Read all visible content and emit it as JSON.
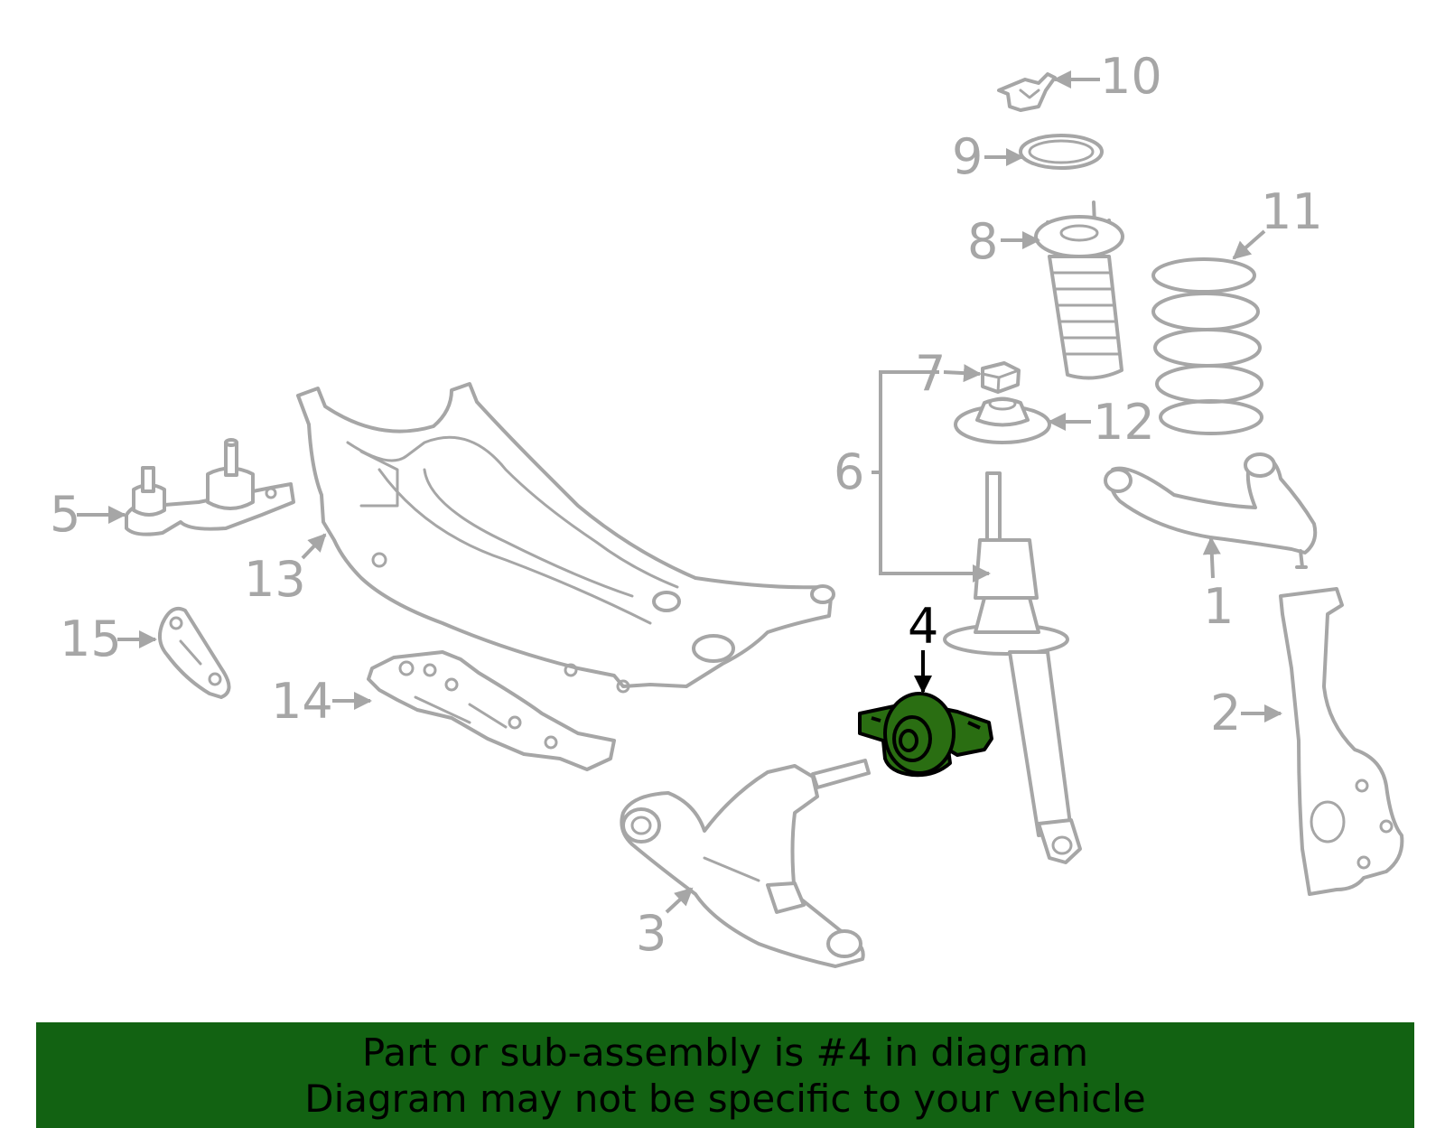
{
  "diagram": {
    "highlighted_part": "4",
    "highlight_color": "#2a6e12",
    "part_color": "#a6a6a6",
    "callouts": {
      "c1": "1",
      "c2": "2",
      "c3": "3",
      "c4": "4",
      "c5": "5",
      "c6": "6",
      "c7": "7",
      "c8": "8",
      "c9": "9",
      "c10": "10",
      "c11": "11",
      "c12": "12",
      "c13": "13",
      "c14": "14",
      "c15": "15"
    }
  },
  "banner": {
    "line1": "Part or sub-assembly is #4 in diagram",
    "line2": "Diagram may not be specific to your vehicle",
    "background": "#126212"
  }
}
